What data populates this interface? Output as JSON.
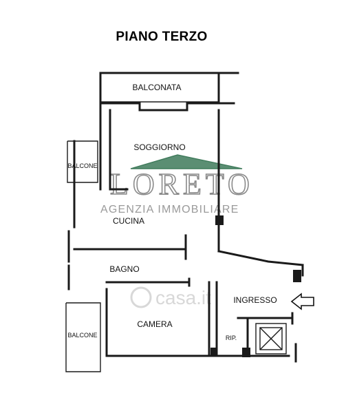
{
  "title": "PIANO TERZO",
  "rooms": {
    "balconata": "BALCONATA",
    "soggiorno": "SOGGIORNO",
    "balcone_top": "BALCONE",
    "cucina": "CUCINA",
    "bagno": "BAGNO",
    "ingresso": "INGRESSO",
    "camera": "CAMERA",
    "balcone_bottom": "BALCONE",
    "rip": "RIP."
  },
  "watermark": {
    "logo": "LORETO",
    "agency": "AGENZIA IMMOBILIARE",
    "site": "casa.it",
    "accent_color": "#3e7a5a"
  },
  "icons": {
    "entrance": "entrance-arrow-icon",
    "stairs": "stairwell-cross-icon"
  }
}
